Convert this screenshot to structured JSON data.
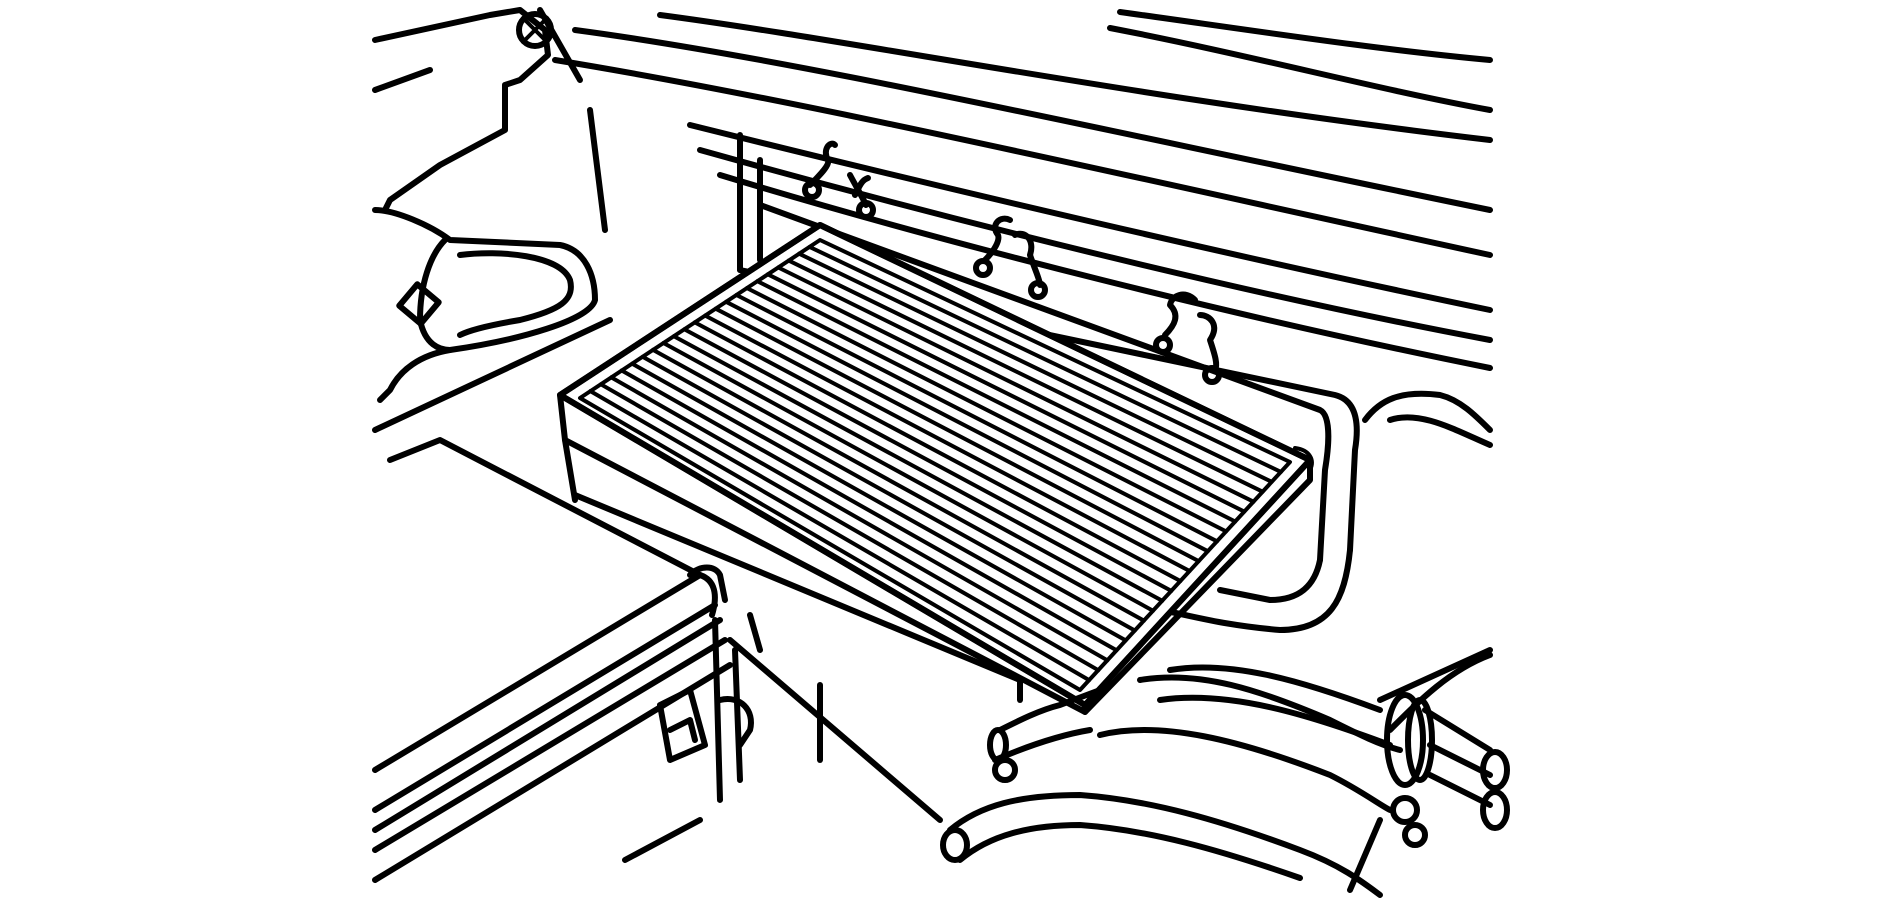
{
  "diagram": {
    "subject": "cabin-air-filter-installation",
    "parts": [
      {
        "name": "cabin-air-filter",
        "pleat_count": 22
      },
      {
        "name": "filter-housing-opening"
      },
      {
        "name": "retaining-clips",
        "count": 3
      },
      {
        "name": "mounting-bolt"
      },
      {
        "name": "hvac-pipes"
      },
      {
        "name": "side-bracket"
      }
    ],
    "colors": {
      "line": "#000000",
      "background": "#ffffff"
    }
  }
}
